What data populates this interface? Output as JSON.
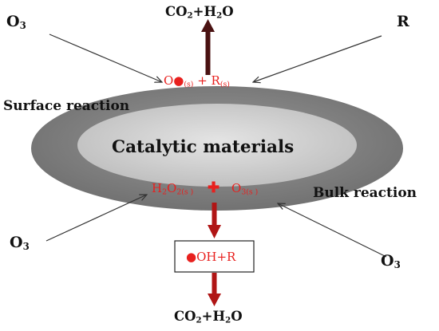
{
  "labels": {
    "o3_top_left": {
      "base": "O",
      "sub": "3"
    },
    "r_top_right": "R",
    "co2_top": {
      "a": "CO",
      "a_sub": "2",
      "b": "+H",
      "b_sub": "2",
      "c": "O"
    },
    "surface_species": {
      "a": "O●",
      "a_sub": "(s)",
      "b": " + R",
      "b_sub": "(s)"
    },
    "surface_reaction": "Surface reaction",
    "catalytic_materials": "Catalytic materials",
    "bulk_species_left": {
      "a": "H",
      "a_sub": "2",
      "b": "O",
      "b_sub": "2(s )"
    },
    "plus_symbol": "✚",
    "bulk_species_right": {
      "a": "O",
      "a_sub": "3(s )"
    },
    "bulk_reaction": "Bulk reaction",
    "o3_bottom_left": {
      "base": "O",
      "sub": "3"
    },
    "oh_r_box": "●OH+R",
    "o3_bottom_right": {
      "base": "O",
      "sub": "3"
    },
    "co2_bottom": {
      "a": "CO",
      "a_sub": "2",
      "b": "+H",
      "b_sub": "2",
      "c": "O"
    }
  },
  "colors": {
    "outer_ellipse": "#858585",
    "inner_ellipse": "#d0d0d0",
    "arrow_dark": "#4a1212",
    "arrow_red": "#c01818",
    "species_red": "#e8201e",
    "text_black": "#111111"
  }
}
